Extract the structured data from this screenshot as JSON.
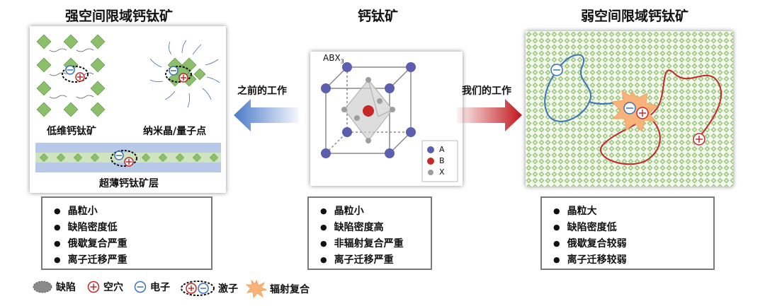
{
  "titles": {
    "left": "强空间限域钙钛矿",
    "center": "钙钛矿",
    "right": "弱空间限域钙钛矿"
  },
  "arrows": {
    "left_label": "之前的工作",
    "right_label": "我们的工作"
  },
  "left_panel": {
    "low_dim_label": "低维钙钛矿",
    "nanocrystal_label": "纳米晶/量子点",
    "ultrathin_label": "超薄钙钛矿层"
  },
  "center_panel": {
    "formula": "ABX",
    "formula_sub": "3",
    "legend": [
      {
        "label": "A",
        "color": "#5b5fae"
      },
      {
        "label": "B",
        "color": "#c62828"
      },
      {
        "label": "X",
        "color": "#9e9e9e"
      }
    ]
  },
  "property_boxes": {
    "left": [
      "晶粒小",
      "缺陷密度低",
      "俄歇复合严重",
      "离子迁移严重"
    ],
    "center": [
      "晶粒小",
      "缺陷密度高",
      "非辐射复合严重",
      "离子迁移严重"
    ],
    "right": [
      "晶粒大",
      "缺陷密度低",
      "俄歇复合较弱",
      "离子迁移较弱"
    ]
  },
  "legend": {
    "defect": "缺陷",
    "hole": "空穴",
    "electron": "电子",
    "exciton": "激子",
    "radiative": "辐射复合"
  },
  "colors": {
    "electron": "#3b73b9",
    "hole": "#c62828",
    "lattice": "#8bbf6a",
    "left_arrow": "#4a7ac9",
    "right_arrow": "#c0161c"
  }
}
